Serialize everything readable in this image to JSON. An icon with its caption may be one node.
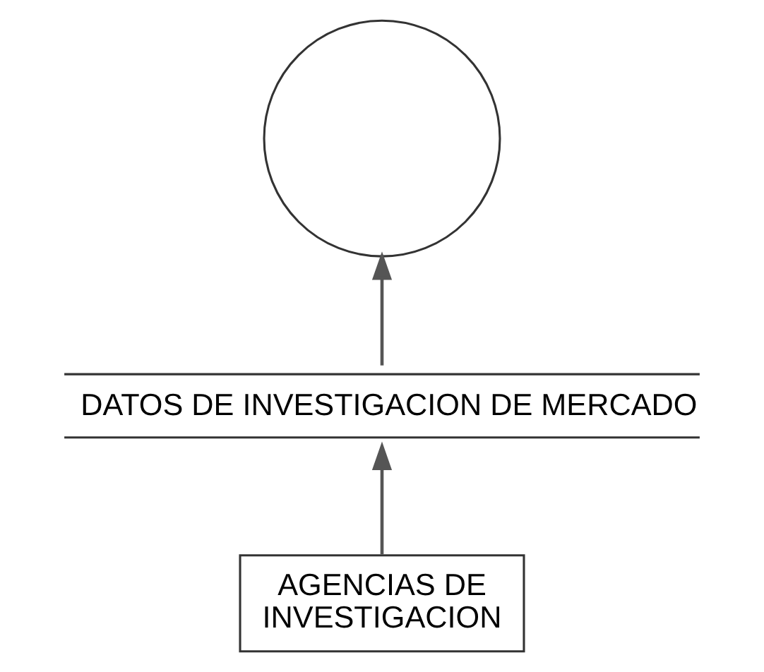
{
  "diagram": {
    "nodes": [
      {
        "text": [],
        "shape": "circle"
      },
      {
        "text": [
          "DATOS DE INVESTIGACION DE MERCADO"
        ]
      },
      {
        "text": [
          "AGENCIAS DE INVESTIGACION"
        ]
      }
    ],
    "edges": [
      {
        "from": 2,
        "to": 1,
        "arrow": "to"
      },
      {
        "from": 1,
        "to": 0,
        "arrow": "to"
      }
    ]
  }
}
